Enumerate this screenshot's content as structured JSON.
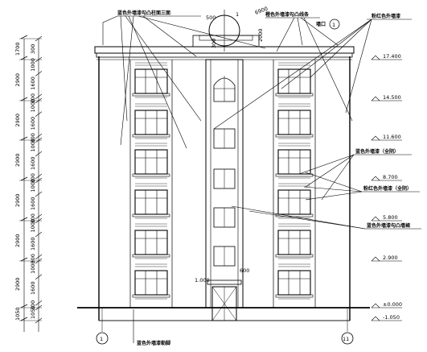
{
  "top_annotations": {
    "left": "蓝色外墙漆勾凸柱面三面",
    "middle": "橙色外墙漆勾凸线条",
    "right": "粉红色外墙漆",
    "dim_500": "500",
    "dim_6900": "6900",
    "dim_2000": "2000",
    "dim_300": "300",
    "circle_1": "1",
    "detail_tag": "墙口",
    "detail_num": "1"
  },
  "left_dims": {
    "outer": [
      "1050",
      "2900",
      "2900",
      "2900",
      "2900",
      "2900",
      "2900",
      "1700"
    ],
    "inner": [
      "1050",
      "300",
      "1600",
      "1000",
      "300",
      "1600",
      "1000",
      "300",
      "1600",
      "1000",
      "300",
      "1600",
      "1000",
      "300",
      "1600",
      "1000",
      "300",
      "1600",
      "1000",
      "300",
      "1700"
    ]
  },
  "elevations": [
    "17.400",
    "14.500",
    "11.600",
    "8.700",
    "5.800",
    "2.900",
    "±0.000",
    "-1.050"
  ],
  "right_annotations": {
    "a1": "蓝色外墙漆（全阴）",
    "a2": "粉红色外墙漆（全阴）",
    "a3": "蓝色外墙漆勾凸墙裙"
  },
  "bottom": {
    "axis_left": "1",
    "axis_right": "11",
    "note": "蓝色外墙漆勒脚"
  },
  "entrance_dims": {
    "d1": "1.000",
    "d2": "600"
  }
}
